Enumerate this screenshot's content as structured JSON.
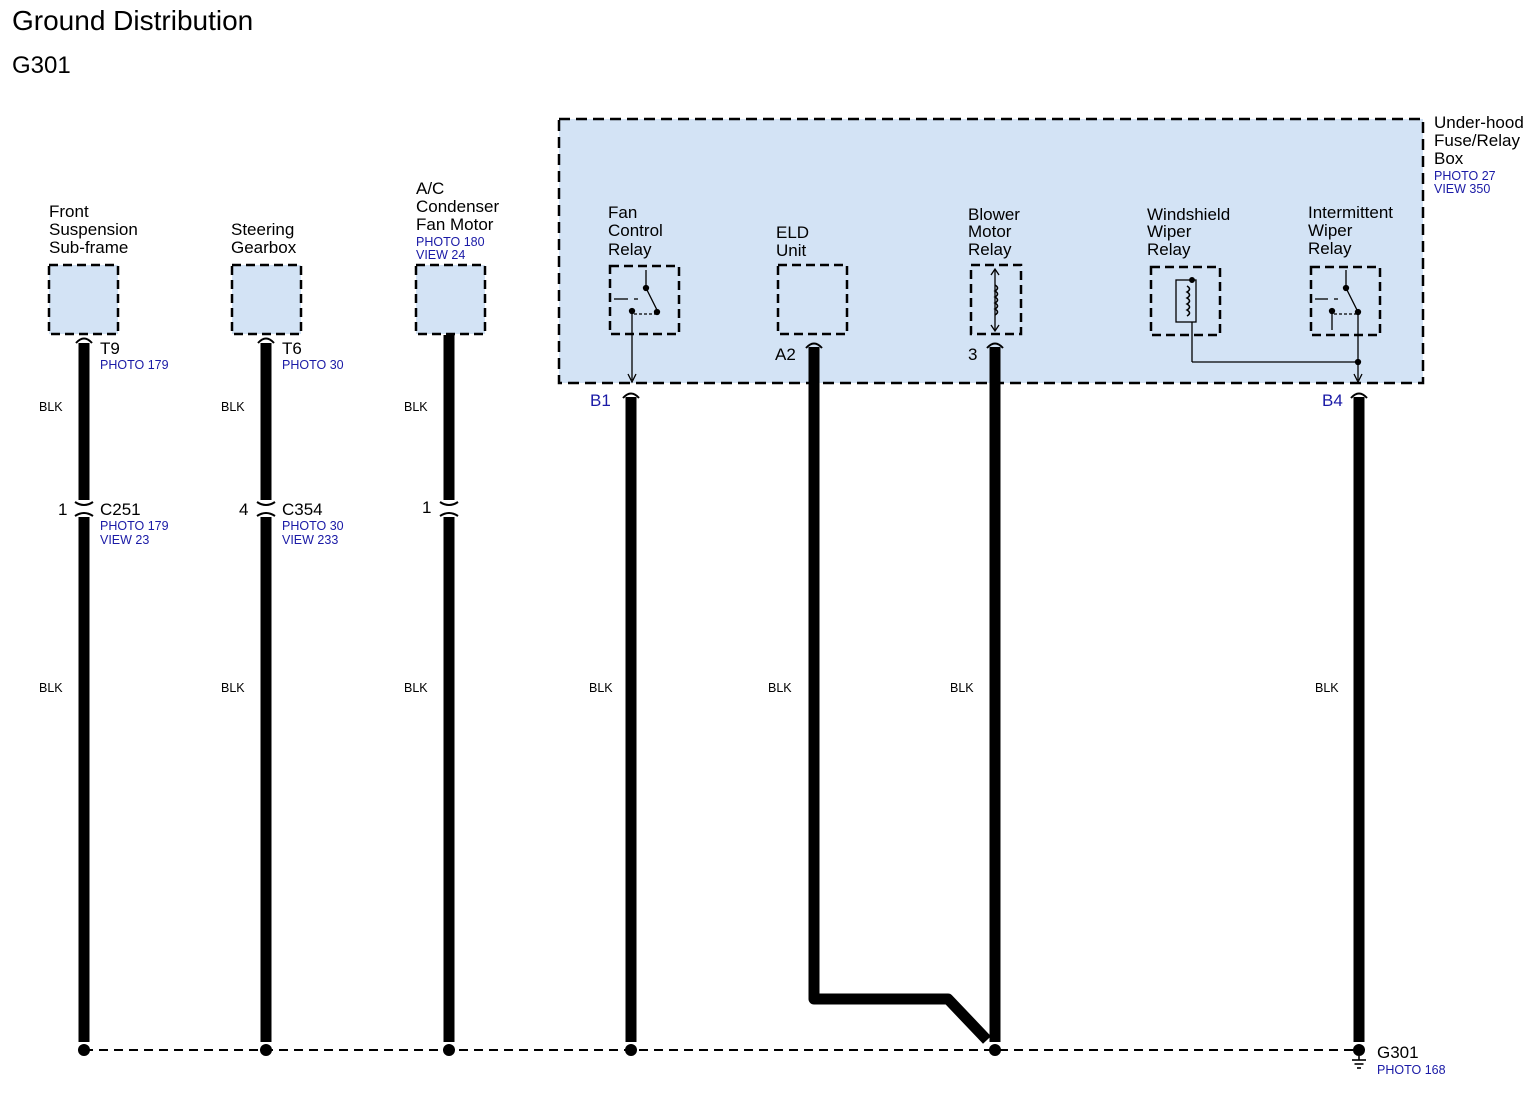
{
  "title": "Ground Distribution",
  "subtitle": "G301",
  "colors": {
    "component_fill": "#d3e3f5",
    "reference_text": "#1a1aa6",
    "wire": "#000000"
  },
  "fuse_box": {
    "name_lines": [
      "Under-hood",
      "Fuse/Relay",
      "Box"
    ],
    "refs": [
      "PHOTO 27",
      "VIEW 350"
    ]
  },
  "components": {
    "front_suspension": {
      "name_lines": [
        "Front",
        "Suspension",
        "Sub-frame"
      ],
      "terminal": "T9",
      "terminal_ref": "PHOTO 179",
      "connector_pin": "1",
      "connector": "C251",
      "connector_refs": [
        "PHOTO 179",
        "VIEW 23"
      ],
      "wire_colors": [
        "BLK",
        "BLK"
      ]
    },
    "steering_gearbox": {
      "name_lines": [
        "Steering",
        "Gearbox"
      ],
      "terminal": "T6",
      "terminal_ref": "PHOTO 30",
      "connector_pin": "4",
      "connector": "C354",
      "connector_refs": [
        "PHOTO 30",
        "VIEW 233"
      ],
      "wire_colors": [
        "BLK",
        "BLK"
      ]
    },
    "ac_condenser_fan": {
      "name_lines": [
        "A/C",
        "Condenser",
        "Fan Motor"
      ],
      "refs": [
        "PHOTO 180",
        "VIEW 24"
      ],
      "connector_pin": "1",
      "wire_colors": [
        "BLK",
        "BLK"
      ]
    },
    "fan_control_relay": {
      "name_lines": [
        "Fan",
        "Control",
        "Relay"
      ],
      "terminal": "B1",
      "wire_colors": [
        "BLK"
      ]
    },
    "eld_unit": {
      "name_lines": [
        "ELD",
        "Unit"
      ],
      "terminal": "A2",
      "wire_colors": [
        "BLK"
      ]
    },
    "blower_motor_relay": {
      "name_lines": [
        "Blower",
        "Motor",
        "Relay"
      ],
      "terminal": "3",
      "wire_colors": [
        "BLK"
      ]
    },
    "windshield_wiper_relay": {
      "name_lines": [
        "Windshield",
        "Wiper",
        "Relay"
      ]
    },
    "intermittent_wiper_relay": {
      "name_lines": [
        "Intermittent",
        "Wiper",
        "Relay"
      ],
      "terminal": "B4",
      "wire_colors": [
        "BLK"
      ]
    }
  },
  "ground": {
    "name": "G301",
    "ref": "PHOTO 168"
  }
}
